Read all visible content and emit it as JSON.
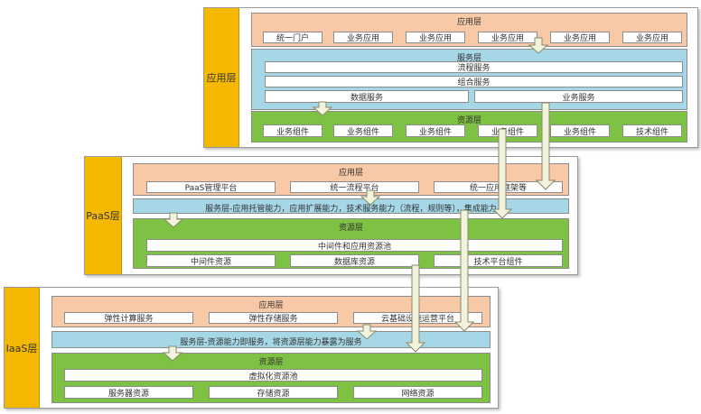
{
  "saas": {
    "side_label": "应用层",
    "app": {
      "title": "应用层",
      "items": [
        "统一门户",
        "业务应用",
        "业务应用",
        "业务应用",
        "业务应用",
        "业务应用"
      ]
    },
    "service": {
      "title": "服务层",
      "process": "流程服务",
      "compose": "组合服务",
      "data": "数据服务",
      "business": "业务服务"
    },
    "resource": {
      "title": "资源层",
      "items": [
        "业务组件",
        "业务组件",
        "业务组件",
        "业务组件",
        "业务组件",
        "技术组件"
      ]
    }
  },
  "paas": {
    "side_label": "PaaS层",
    "app": {
      "title": "应用层",
      "items": [
        "PaaS管理平台",
        "统一流程平台",
        "统一应用框架等"
      ]
    },
    "service_text": "服务层-应用托管能力，应用扩展能力，技术服务能力（流程，规则等），集成能力",
    "resource": {
      "title": "资源层",
      "pool": "中间件和应用资源池",
      "items": [
        "中间件资源",
        "数据库资源",
        "技术平台组件"
      ]
    }
  },
  "iaas": {
    "side_label": "IaaS层",
    "app": {
      "title": "应用层",
      "items": [
        "弹性计算服务",
        "弹性存储服务",
        "云基础设施运营平台"
      ]
    },
    "service_text": "服务层-资源能力即服务，将资源层能力暴露为服务",
    "resource": {
      "title": "资源层",
      "pool": "虚拟化资源池",
      "items": [
        "服务器资源",
        "存储资源",
        "网络资源"
      ]
    }
  },
  "colors": {
    "side": "#f5b800",
    "app_band": "#f8c9a6",
    "service_band": "#a6d7e6",
    "resource_band": "#7dc242",
    "arrow_fill": "#f1f3dc",
    "arrow_stroke": "#8a8a6a"
  }
}
